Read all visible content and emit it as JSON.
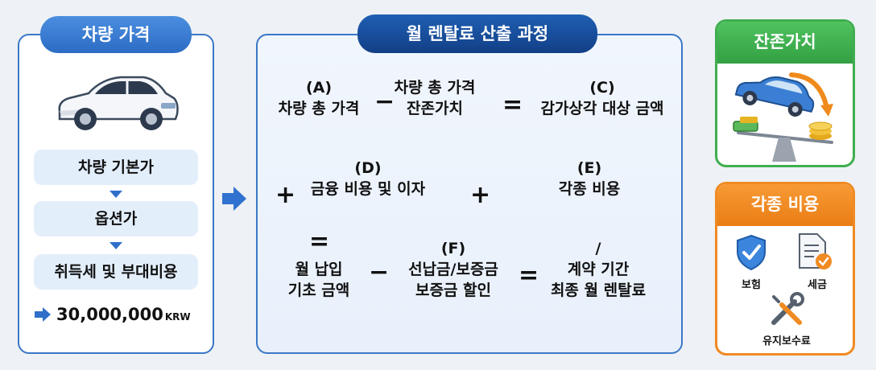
{
  "left": {
    "title": "차량 가격",
    "steps": [
      "차량 기본가",
      "옵션가",
      "취득세 및 부대비용"
    ],
    "total_value": "30,000,000",
    "total_unit": "KRW"
  },
  "center": {
    "title": "월 렌탈료 산출 과정",
    "row1": {
      "a_label": "(A)",
      "a_text": "차량 총 가격",
      "b_top": "차량 총 가격",
      "b_text": "잔존가치",
      "minus": "−",
      "equals": "=",
      "c_label": "(C)",
      "c_text": "감가상각 대상 금액"
    },
    "row2": {
      "plus1": "+",
      "d_label": "(D)",
      "d_text": "금융 비용 및 이자",
      "plus2": "+",
      "e_label": "(E)",
      "e_text": "각종 비용"
    },
    "row3": {
      "equals_top": "=",
      "g_text1": "월 납입",
      "g_text2": "기초 금액",
      "minus": "−",
      "f_label": "(F)",
      "f_text1": "선납금/보증금",
      "f_text2": "보증금 할인",
      "equals": "=",
      "slash": "/",
      "h_text1": "계약 기간",
      "h_text2": "최종 월 렌탈료"
    }
  },
  "residual": {
    "title": "잔존가치"
  },
  "costs": {
    "title": "각종 비용",
    "items": [
      "보험",
      "세금",
      "유지보수료"
    ]
  },
  "colors": {
    "blue": "#2c6cc4",
    "navy": "#123f86",
    "green": "#3fae4f",
    "orange": "#f08a22"
  }
}
